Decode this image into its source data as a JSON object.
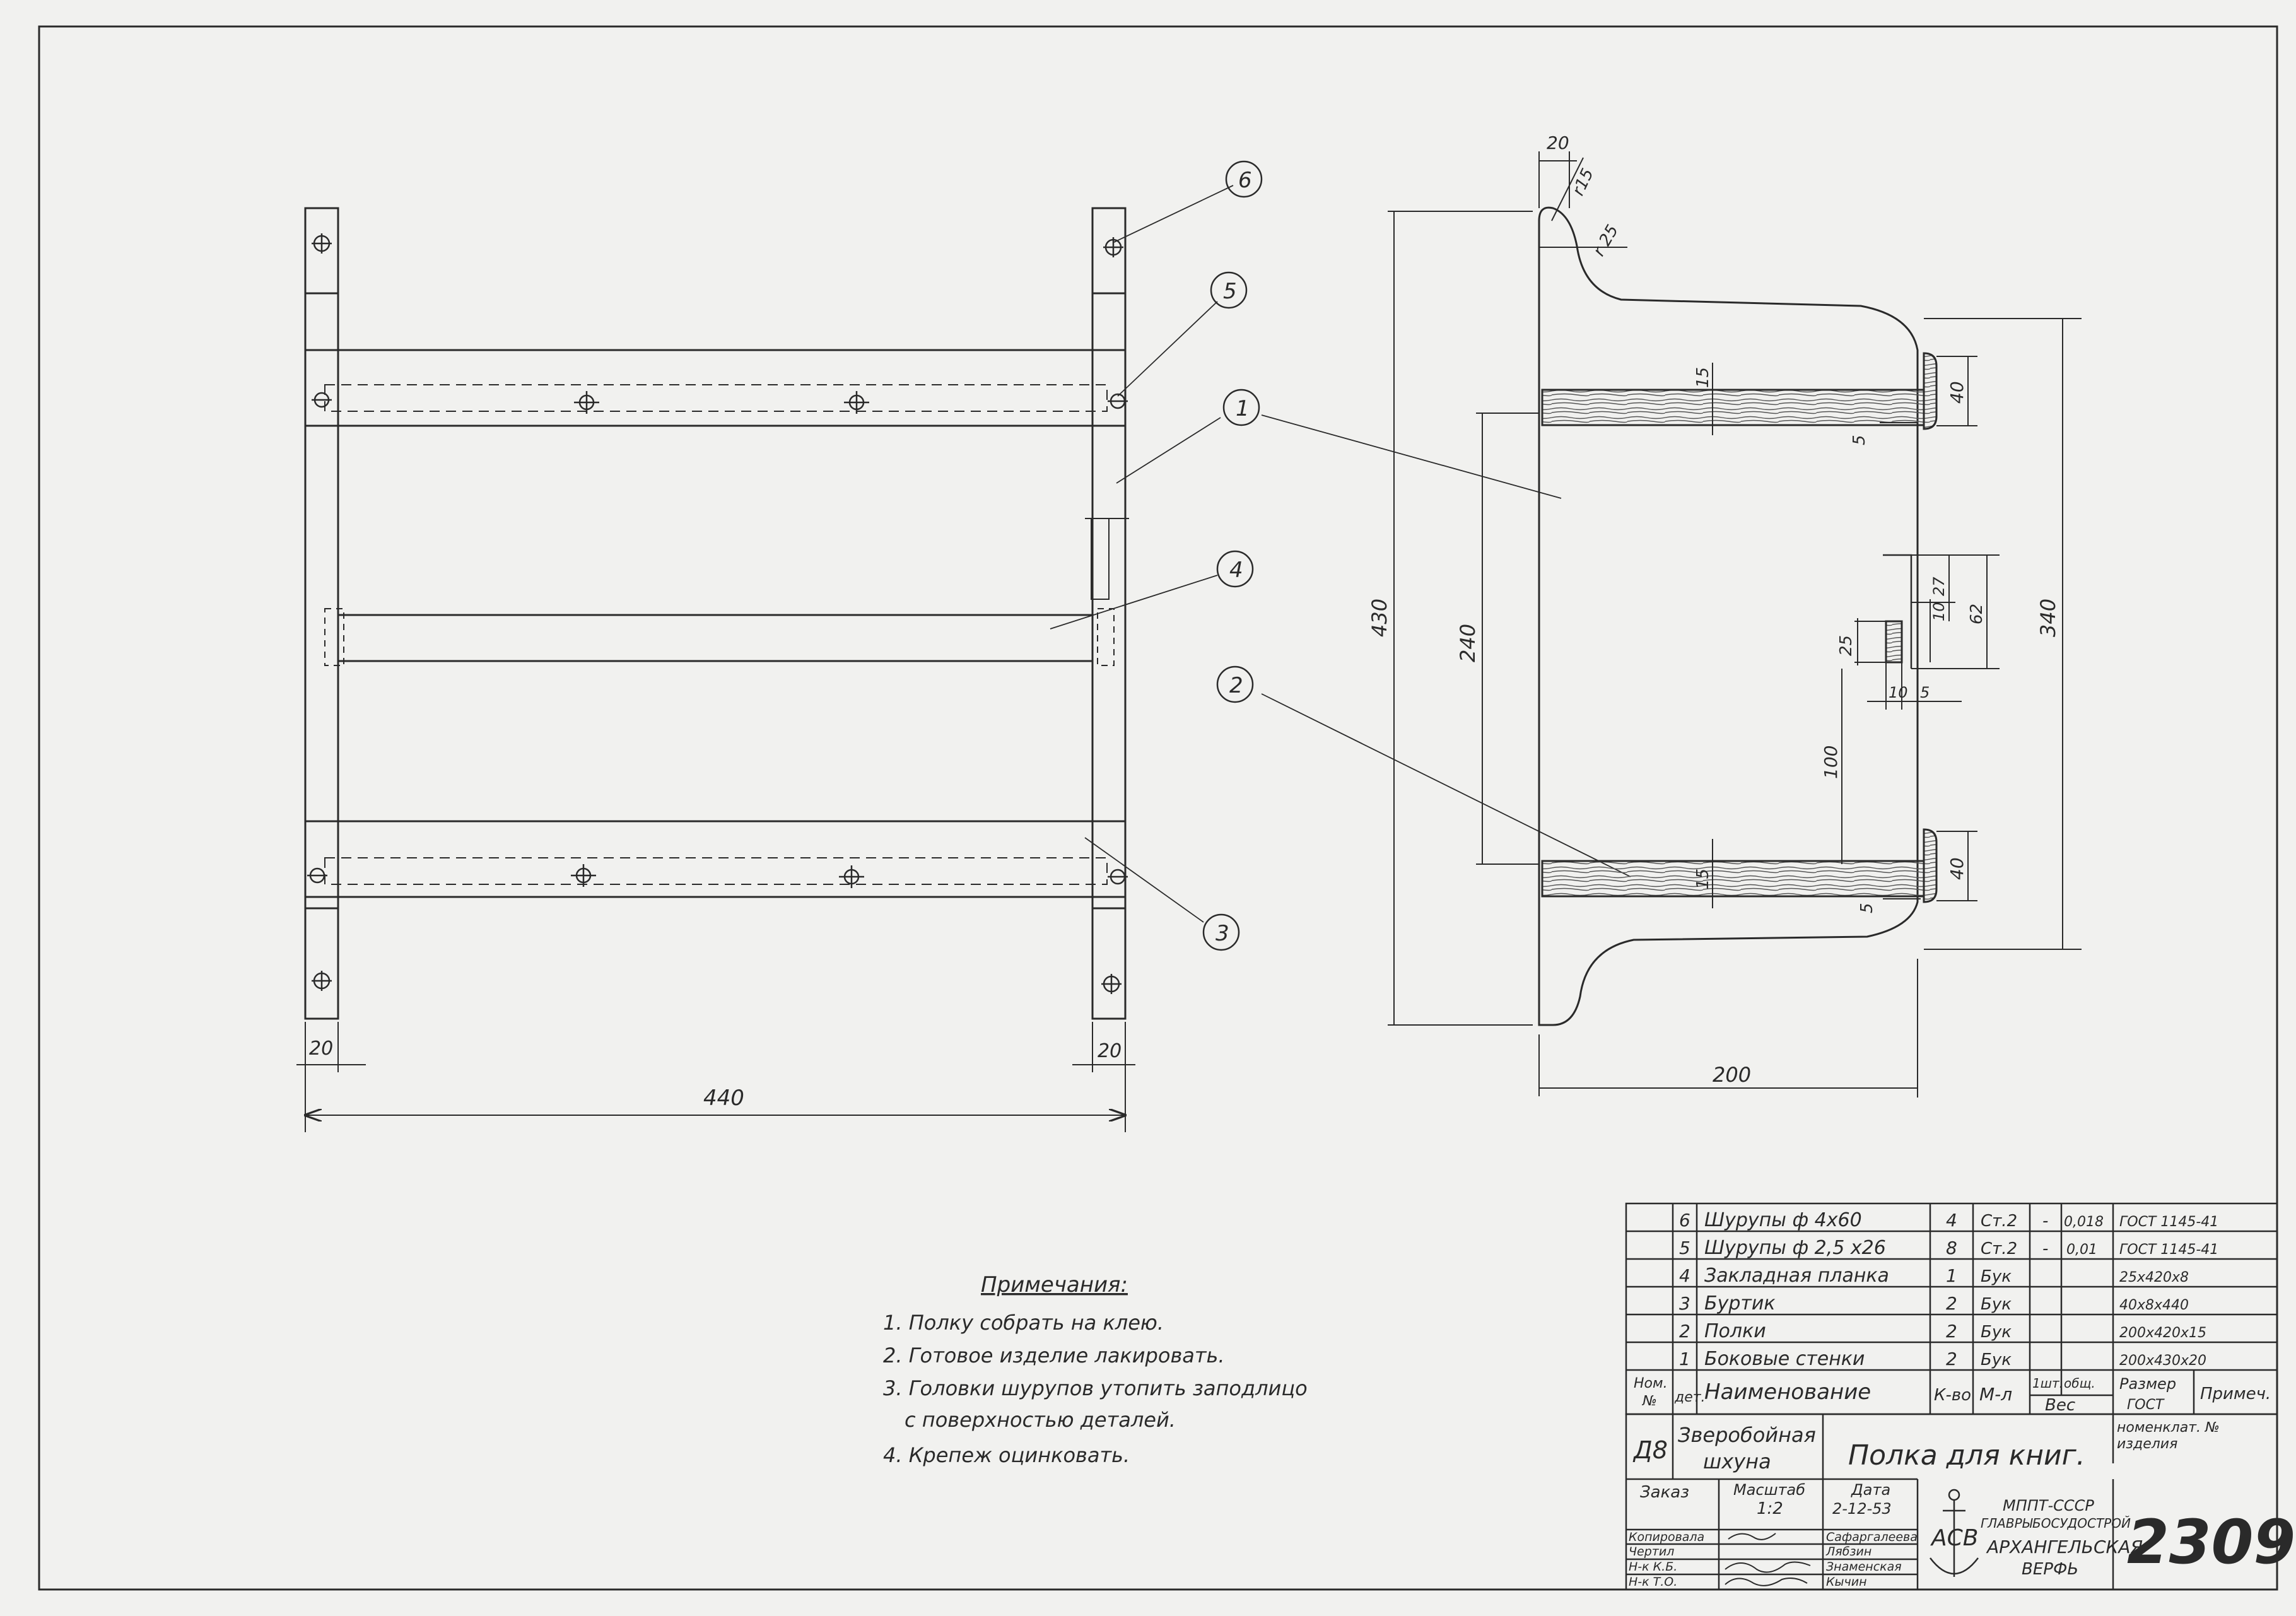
{
  "labels": {
    "balloons": [
      "1",
      "2",
      "3",
      "4",
      "5",
      "6"
    ],
    "dim_front_20_left": "20",
    "dim_front_20_right": "20",
    "dim_front_440": "440",
    "dim_side_20": "20",
    "dim_side_r15": "r15",
    "dim_side_r25": "r 25",
    "dim_side_430": "430",
    "dim_side_240": "240",
    "dim_side_340": "340",
    "dim_side_200": "200",
    "dim_side_15a": "15",
    "dim_side_15b": "15",
    "dim_side_5a": "5",
    "dim_side_5b": "5",
    "dim_side_40a": "40",
    "dim_side_40b": "40",
    "dim_side_27": "27",
    "dim_side_10v": "10",
    "dim_side_62": "62",
    "dim_side_25": "25",
    "dim_side_10h": "10",
    "dim_side_5h": "5",
    "dim_side_100": "100"
  },
  "notes": {
    "title": "Примечания:",
    "items": [
      "1. Полку собрать на клею.",
      "2. Готовое изделие лакировать.",
      "3. Головки шурупов утопить заподлицо",
      "с поверхностью деталей.",
      "4. Крепеж оцинковать."
    ]
  },
  "bom": {
    "rows": [
      {
        "num": "6",
        "name": "Шурупы ф 4х60",
        "qty": "4",
        "mat": "Ст.2",
        "w1": "-",
        "w2": "0,018",
        "size": "ГОСТ 1145-41"
      },
      {
        "num": "5",
        "name": "Шурупы ф 2,5 х26",
        "qty": "8",
        "mat": "Ст.2",
        "w1": "-",
        "w2": "0,01",
        "size": "ГОСТ 1145-41"
      },
      {
        "num": "4",
        "name": "Закладная планка",
        "qty": "1",
        "mat": "Бук",
        "w1": "",
        "w2": "",
        "size": "25х420х8"
      },
      {
        "num": "3",
        "name": "Буртик",
        "qty": "2",
        "mat": "Бук",
        "w1": "",
        "w2": "",
        "size": "40х8х440"
      },
      {
        "num": "2",
        "name": "Полки",
        "qty": "2",
        "mat": "Бук",
        "w1": "",
        "w2": "",
        "size": "200х420х15"
      },
      {
        "num": "1",
        "name": "Боковые стенки",
        "qty": "2",
        "mat": "Бук",
        "w1": "",
        "w2": "",
        "size": "200х430х20"
      }
    ],
    "header": {
      "nom": "Ном.",
      "nom2": "№",
      "det": "дет.",
      "name": "Наименование",
      "qty": "К-во",
      "mat": "М-л",
      "wt1": "1шт.",
      "wt2": "общ.",
      "wt": "Вес",
      "size1": "Размер",
      "size2": "ГОСТ",
      "note": "Примеч."
    }
  },
  "title_block": {
    "code": "Д8",
    "project1": "Зверобойная",
    "project2": "шхуна",
    "drawing_title": "Полка для книг.",
    "nomenclature1": "номенклат. №",
    "nomenclature2": "изделия",
    "order_label": "Заказ",
    "scale_label": "Масштаб",
    "scale_value": "1:2",
    "date_label": "Дата",
    "date_value": "2-12-53",
    "roles": [
      "Копировала",
      "Чертил",
      "Н-к К.Б.",
      "Н-к Т.О."
    ],
    "names": [
      "Сафаргалеева",
      "Лябзин",
      "Знаменская",
      "Кычин"
    ],
    "logo_text": "АСВ",
    "org1": "МППТ-СССР",
    "org2": "ГЛАВРЫБОСУДОСТРОЙ",
    "org3": "АРХАНГЕЛЬСКАЯ",
    "org4": "ВЕРФЬ",
    "number": "2309"
  }
}
